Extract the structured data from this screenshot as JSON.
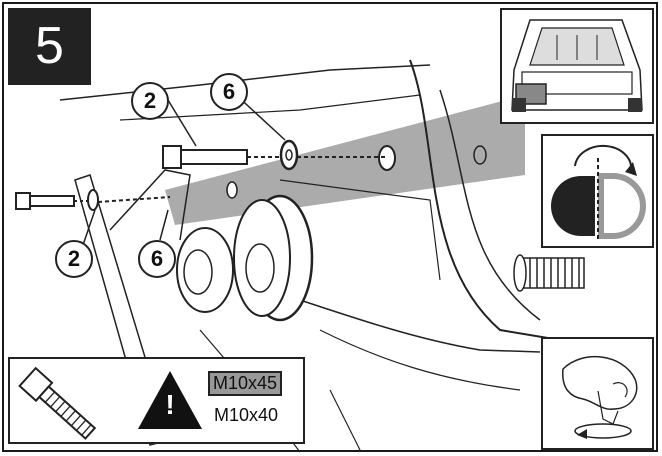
{
  "step": {
    "number": "5"
  },
  "callouts": [
    {
      "label": "2"
    },
    {
      "label": "6"
    },
    {
      "label": "2"
    },
    {
      "label": "6"
    }
  ],
  "legend": {
    "spec_highlighted": "M10x45",
    "spec_alt": "M10x40",
    "warning_symbol": "!"
  },
  "icons": [
    "car-rear-view-icon",
    "left-right-side-icon",
    "hand-tighten-icon"
  ],
  "colors": {
    "ink": "#222222",
    "shade": "#aaaaaa",
    "highlight_fill": "#999999"
  }
}
